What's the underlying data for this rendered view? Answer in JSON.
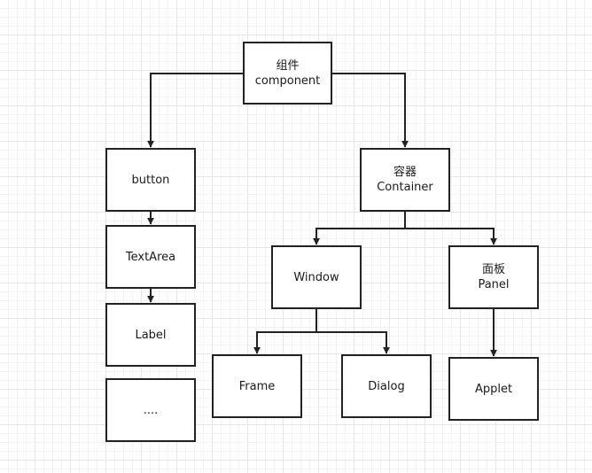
{
  "diagram": {
    "nodes": {
      "component": {
        "lines": [
          "组件",
          "component"
        ]
      },
      "button": {
        "lines": [
          "button"
        ]
      },
      "textarea": {
        "lines": [
          "TextArea"
        ]
      },
      "label": {
        "lines": [
          "Label"
        ]
      },
      "more": {
        "lines": [
          "...."
        ]
      },
      "container": {
        "lines": [
          "容器",
          "Container"
        ]
      },
      "window": {
        "lines": [
          "Window"
        ]
      },
      "panel": {
        "lines": [
          "面板",
          "Panel"
        ]
      },
      "frame": {
        "lines": [
          "Frame"
        ]
      },
      "dialog": {
        "lines": [
          "Dialog"
        ]
      },
      "applet": {
        "lines": [
          "Applet"
        ]
      }
    },
    "edges": [
      {
        "from": "component",
        "to": "button"
      },
      {
        "from": "component",
        "to": "container"
      },
      {
        "from": "button",
        "to": "textarea"
      },
      {
        "from": "textarea",
        "to": "label"
      },
      {
        "from": "container",
        "to": "window"
      },
      {
        "from": "container",
        "to": "panel"
      },
      {
        "from": "window",
        "to": "frame"
      },
      {
        "from": "window",
        "to": "dialog"
      },
      {
        "from": "panel",
        "to": "applet"
      }
    ]
  }
}
